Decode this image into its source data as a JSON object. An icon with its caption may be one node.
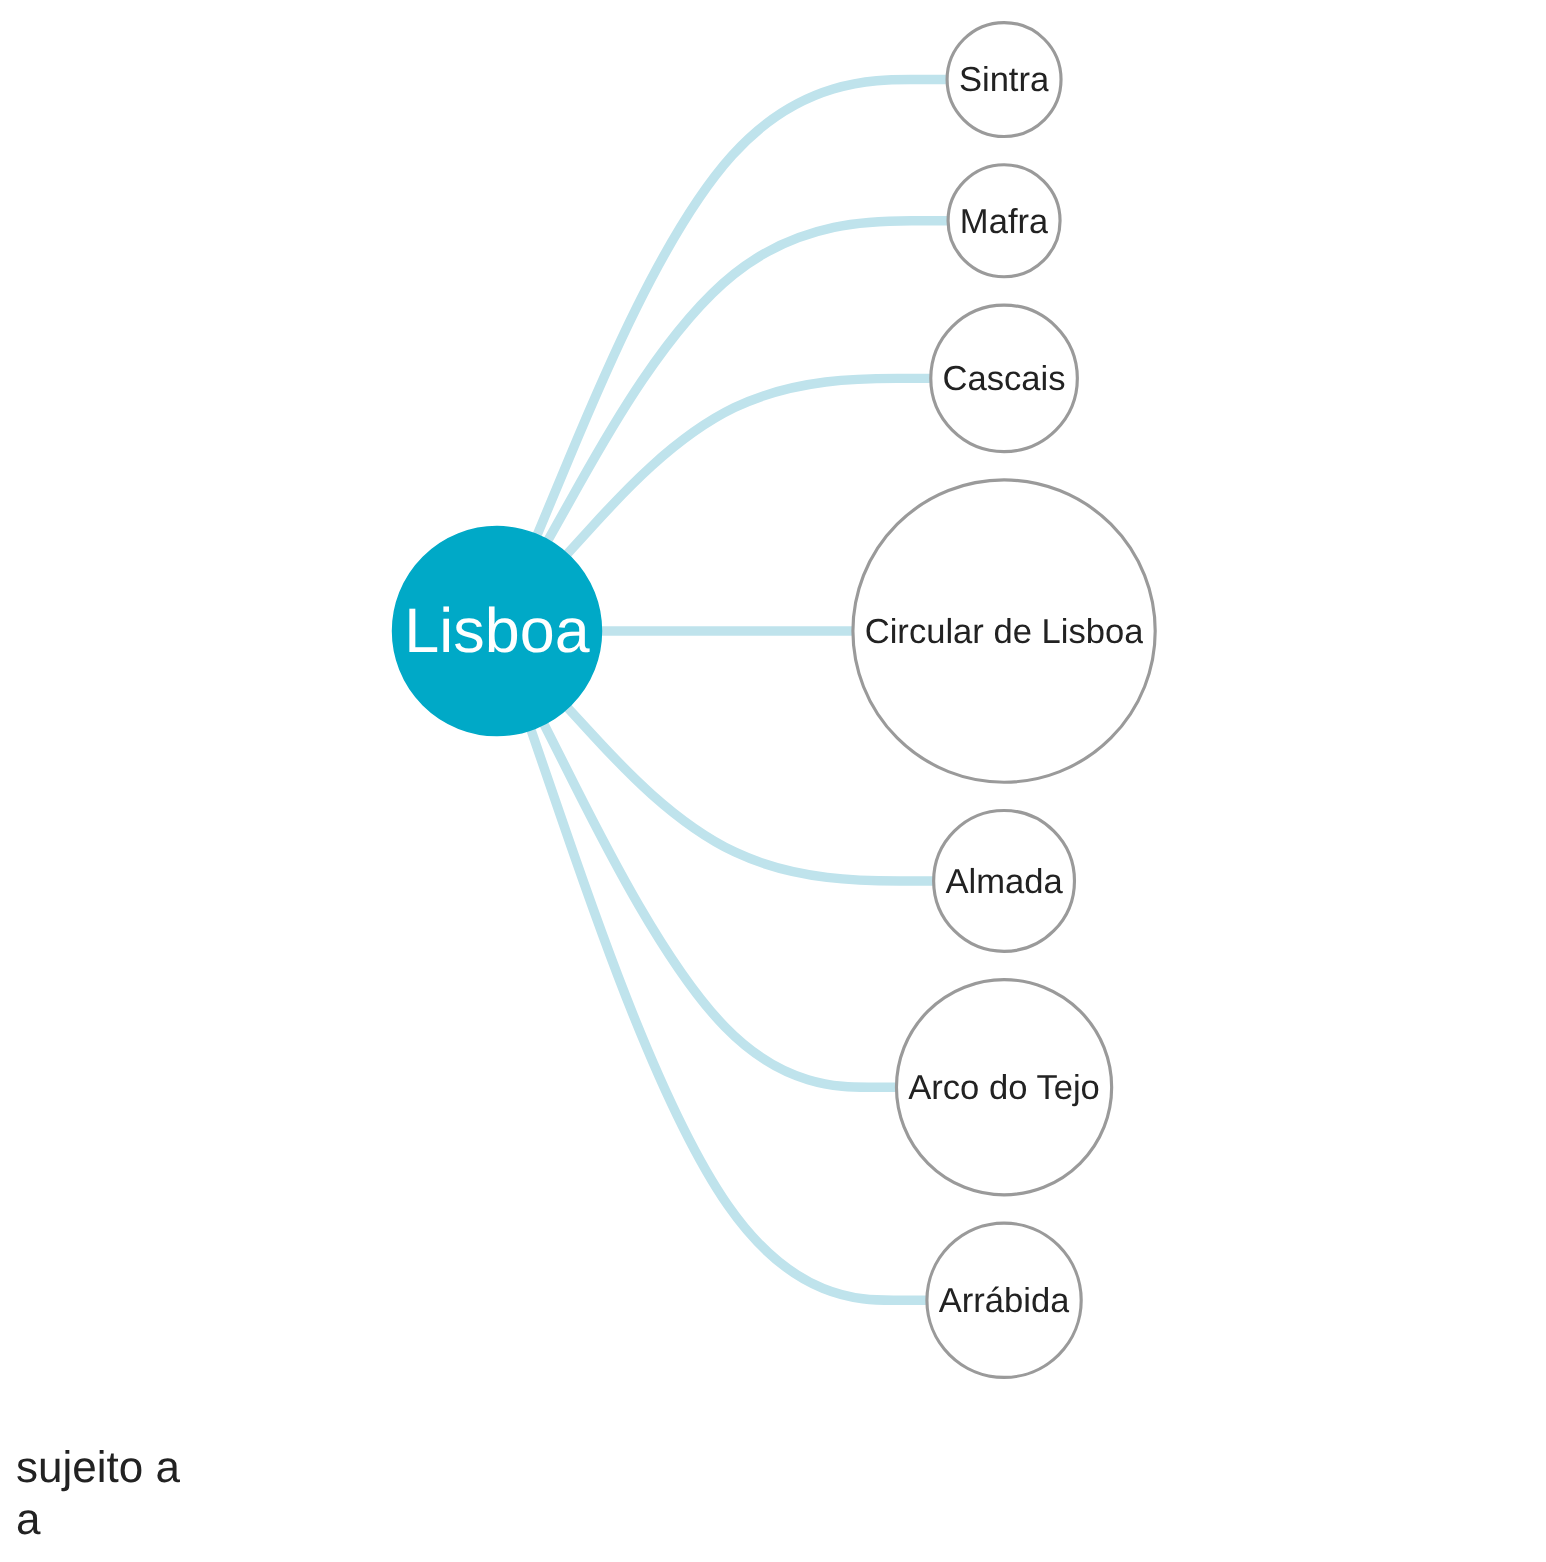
{
  "diagram": {
    "nodes": [
      {
        "text": [
          "Lisboa"
        ]
      },
      {
        "text": [
          "Sintra"
        ]
      },
      {
        "text": [
          "Mafra"
        ]
      },
      {
        "text": [
          "Cascais"
        ]
      },
      {
        "text": [
          "Circular de Lisboa"
        ]
      },
      {
        "text": [
          "Almada"
        ]
      },
      {
        "text": [
          "Arco do Tejo"
        ]
      },
      {
        "text": [
          "Arrábida"
        ]
      }
    ],
    "edges": [
      {
        "from": 0,
        "to": 1,
        "arrow": "none"
      },
      {
        "from": 0,
        "to": 2,
        "arrow": "none"
      },
      {
        "from": 0,
        "to": 3,
        "arrow": "none"
      },
      {
        "from": 0,
        "to": 4,
        "arrow": "none"
      },
      {
        "from": 0,
        "to": 5,
        "arrow": "none"
      },
      {
        "from": 0,
        "to": 6,
        "arrow": "none"
      },
      {
        "from": 0,
        "to": 7,
        "arrow": "none"
      }
    ],
    "labels": [
      "sujeito a",
      "a"
    ]
  }
}
